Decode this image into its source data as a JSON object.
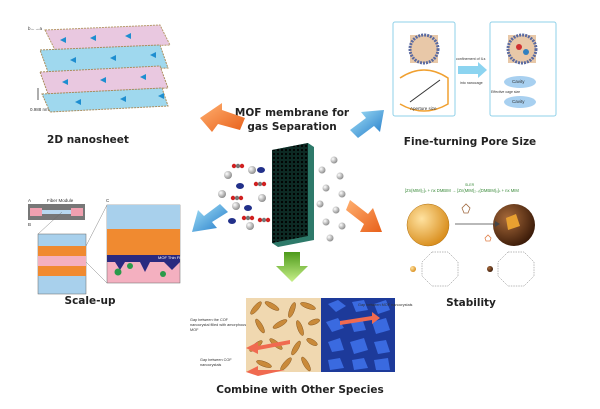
{
  "center": {
    "title_line1": "MOF membrane for",
    "title_line2": "gas Separation"
  },
  "panels": {
    "nanosheet": {
      "label": "2D nanosheet",
      "scale": "0.988 nm",
      "axes": "b←→a"
    },
    "pore": {
      "label": "Fine-turning Pore Size",
      "arrow_top": "confinement of ILs",
      "arrow_bottom": "into nanocage",
      "cavity1": "Cavity",
      "cavity2": "Cavity",
      "aperture": "Aperture size",
      "effective": "Effective cage size"
    },
    "stability": {
      "label": "Stability",
      "reaction": "[Zn(MIM)₂]ₙ + nx DMBIM → [Zn(MIM)₂₋ₓ(DMBIM)ₓ]ₙ + nx MIM",
      "condition": "SLER"
    },
    "scaleup": {
      "label": "Scale-up",
      "panel_a": "A",
      "panel_b": "B",
      "panel_c": "C",
      "fiber_module": "Fiber Module",
      "mof_thin_film": "MOF Thin Film"
    },
    "combine": {
      "label": "Combine with Other Species",
      "gap_mof": "Gap between MOF nanocrystals",
      "gap_cof_filled": "Gap between the COF nanocrystal filled with amorphous MOF",
      "gap_cof": "Gap between COF nanocrystals"
    }
  },
  "colors": {
    "orange": "#f07a22",
    "blue": "#3aa0dc",
    "green": "#6cb52a",
    "membrane": "#16382f",
    "cof": "#c98a3a",
    "mof": "#2c4fb8"
  }
}
